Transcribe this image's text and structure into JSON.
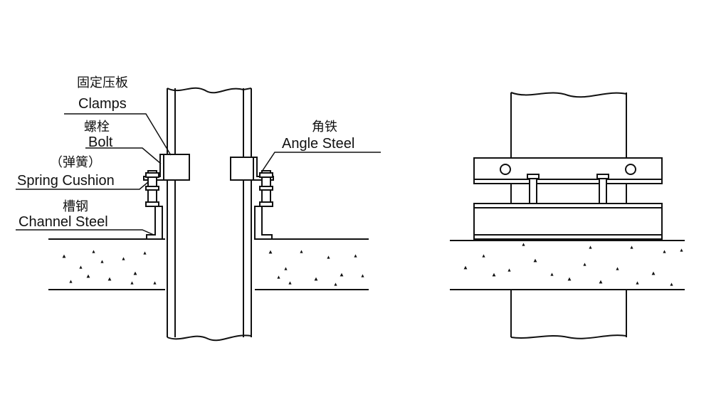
{
  "colors": {
    "line": "#111111",
    "background": "#ffffff"
  },
  "labels": {
    "clamps_cn": "固定压板",
    "clamps_en": "Clamps",
    "bolt_cn": "螺栓",
    "bolt_en": "Bolt",
    "spring_cn": "（弹簧）",
    "spring_en": "Spring Cushion",
    "channel_cn": "槽钢",
    "channel_en": "Channel Steel",
    "angle_cn": "角铁",
    "angle_en": "Angle Steel"
  }
}
